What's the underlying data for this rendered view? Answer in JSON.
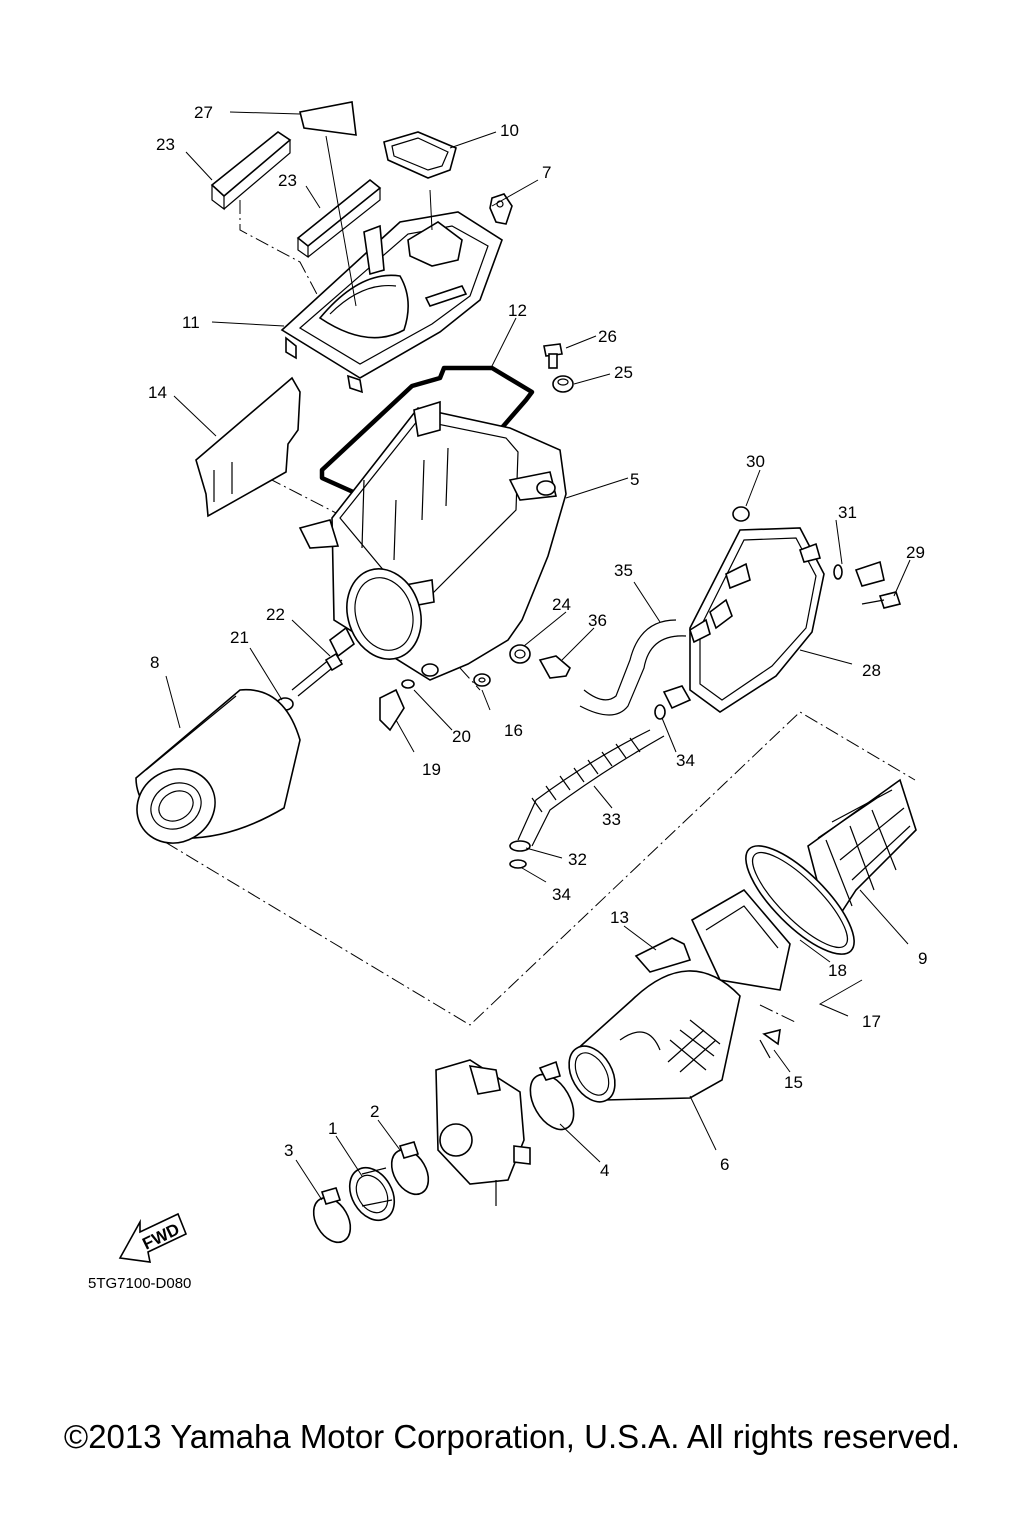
{
  "diagram": {
    "drawing_code": "5TG7100-D080",
    "fwd_label": "FWD",
    "callouts": [
      "1",
      "2",
      "3",
      "4",
      "5",
      "6",
      "7",
      "8",
      "9",
      "10",
      "11",
      "12",
      "13",
      "14",
      "15",
      "16",
      "17",
      "18",
      "19",
      "20",
      "21",
      "22",
      "23",
      "23",
      "24",
      "25",
      "26",
      "27",
      "28",
      "29",
      "30",
      "31",
      "32",
      "33",
      "34",
      "34",
      "35",
      "36"
    ]
  },
  "footer": {
    "copyright": "©2013 Yamaha Motor Corporation, U.S.A. All rights reserved."
  }
}
